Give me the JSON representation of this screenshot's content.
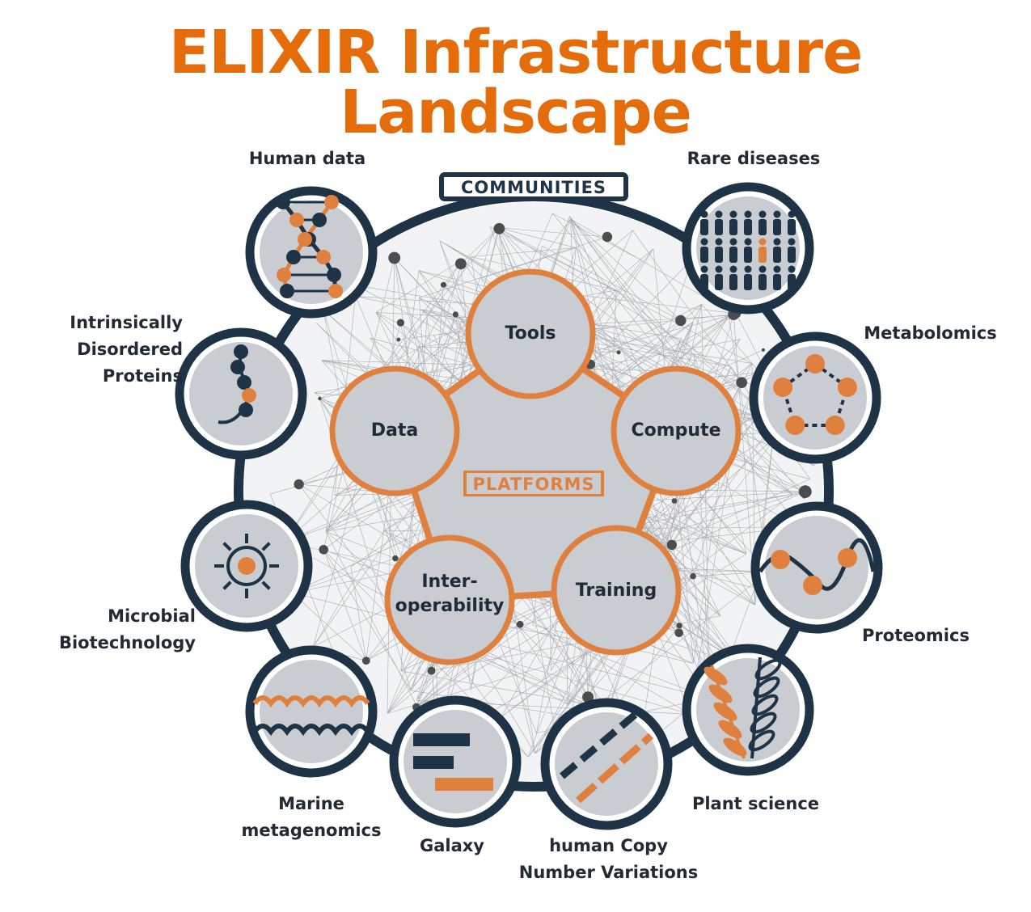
{
  "title": "ELIXIR Infrastructure Landscape",
  "communities_label": "COMMUNITIES",
  "platforms_label": "PLATFORMS",
  "colors": {
    "title": "#E46C0A",
    "navy": "#1F3347",
    "orange": "#E0803F",
    "fill": "#C9CDD2",
    "label": "#222A33"
  },
  "platforms": [
    {
      "lines": [
        "Tools"
      ],
      "icon": "tools-platform"
    },
    {
      "lines": [
        "Compute"
      ],
      "icon": "compute-platform"
    },
    {
      "lines": [
        "Training"
      ],
      "icon": "training-platform"
    },
    {
      "lines": [
        "Inter-",
        "operability"
      ],
      "icon": "interoperability-platform"
    },
    {
      "lines": [
        "Data"
      ],
      "icon": "data-platform"
    }
  ],
  "communities": [
    {
      "lines": [
        "Human data"
      ],
      "icon": "dna-helix-icon"
    },
    {
      "lines": [
        "Rare diseases"
      ],
      "icon": "population-icon"
    },
    {
      "lines": [
        "Metabolomics"
      ],
      "icon": "molecule-ring-icon"
    },
    {
      "lines": [
        "Proteomics"
      ],
      "icon": "peptide-wave-icon"
    },
    {
      "lines": [
        "Plant science"
      ],
      "icon": "wheat-icon"
    },
    {
      "lines": [
        "human Copy",
        "Number Variations"
      ],
      "icon": "chromosome-stripes-icon"
    },
    {
      "lines": [
        "Galaxy"
      ],
      "icon": "workflow-bars-icon"
    },
    {
      "lines": [
        "Marine",
        "metagenomics"
      ],
      "icon": "waves-icon"
    },
    {
      "lines": [
        "Microbial",
        "Biotechnology"
      ],
      "icon": "microbe-icon"
    },
    {
      "lines": [
        "Intrinsically",
        "Disordered Proteins"
      ],
      "icon": "disordered-chain-icon"
    }
  ]
}
